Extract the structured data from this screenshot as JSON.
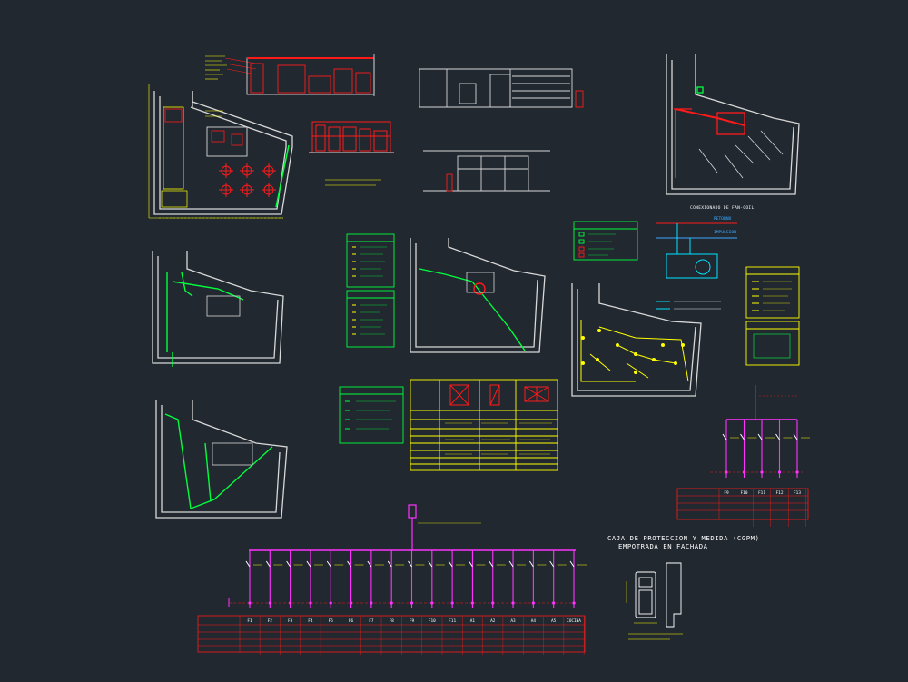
{
  "colors": {
    "background": "#212830",
    "wall": "#d8d8d8",
    "electric_green": "#00ff3c",
    "lighting_yellow": "#ffff00",
    "fire_red": "#ff1a1a",
    "panel_magenta": "#ff33ff",
    "hvac_cyan": "#00e5ff",
    "hvac_blue": "#3da9ff",
    "text_white": "#ffffff"
  },
  "labels": {
    "cgpm_line1": "CAJA DE PROTECCION Y MEDIDA (CGPM)",
    "cgpm_line2": "EMPOTRADA EN FACHADA",
    "fancoil_title": "CONEXIONADO DE FAN-COIL",
    "retorno": "RETORNO",
    "impulsion": "IMPULSION"
  },
  "main_panel": {
    "circuits": [
      "F1",
      "F2",
      "F3",
      "F4",
      "F5",
      "F6",
      "F7",
      "F8",
      "F9",
      "F10",
      "F11",
      "A1",
      "A2",
      "A3",
      "A4",
      "A5",
      "COCINA"
    ]
  },
  "sub_panel": {
    "circuits": [
      "F9",
      "F10",
      "F11",
      "F12",
      "F13"
    ]
  }
}
